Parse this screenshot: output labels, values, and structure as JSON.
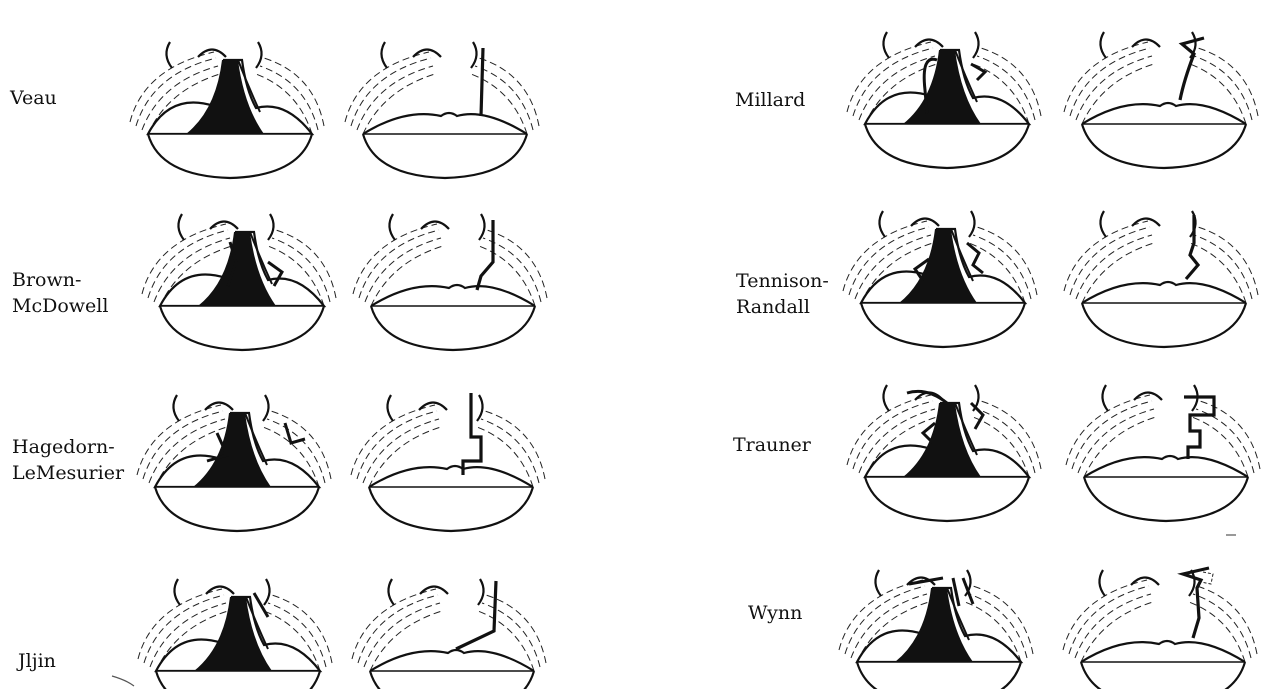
{
  "techniques_left": [
    {
      "label_lines": [
        "Veau"
      ]
    },
    {
      "label_lines": [
        "Brown-",
        "McDowell"
      ]
    },
    {
      "label_lines": [
        "Hagedorn-",
        "LeMesurier"
      ]
    },
    {
      "label_lines": [
        "Jljin"
      ]
    }
  ],
  "techniques_right": [
    {
      "label_lines": [
        "Millard"
      ]
    },
    {
      "label_lines": [
        "Tennison-",
        "Randall"
      ]
    },
    {
      "label_lines": [
        "Trauner"
      ]
    },
    {
      "label_lines": [
        "Wynn"
      ]
    }
  ]
}
